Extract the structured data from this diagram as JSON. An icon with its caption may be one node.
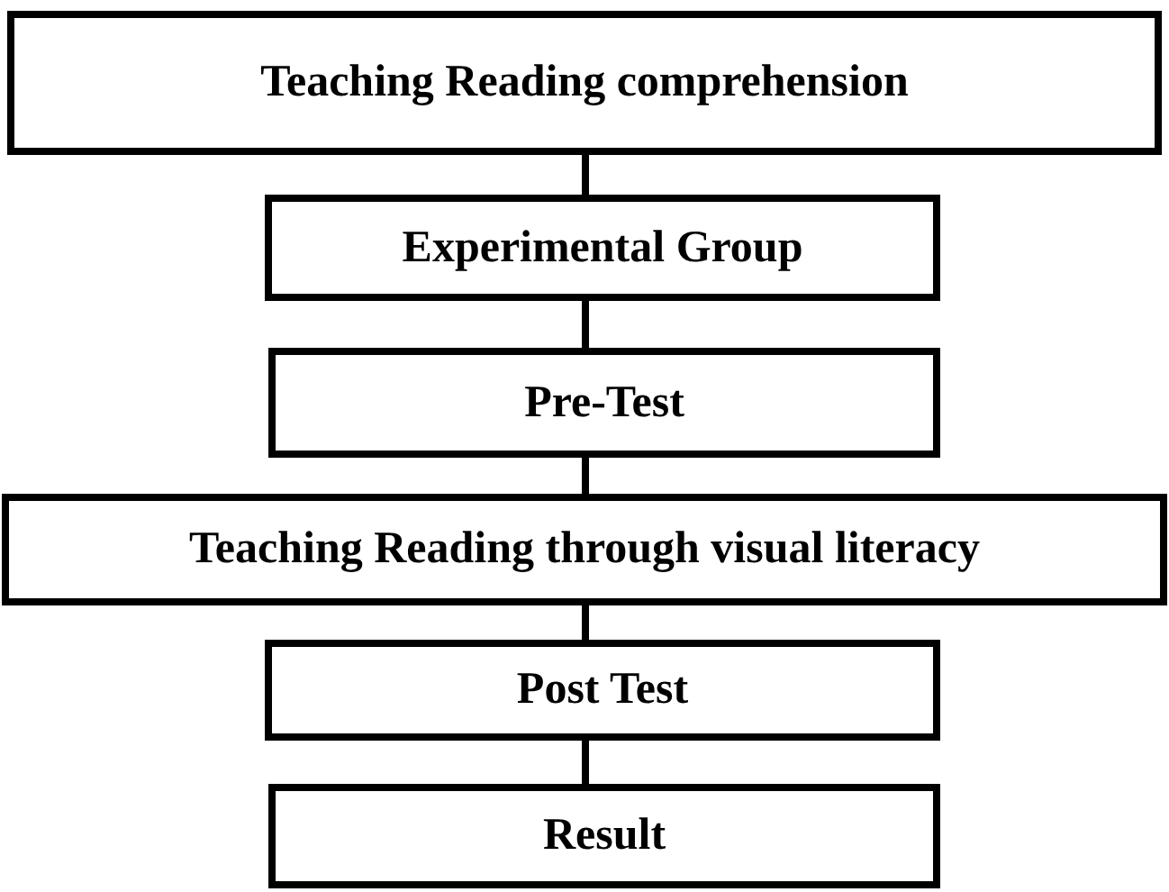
{
  "diagram": {
    "nodes": [
      {
        "text": [
          "Teaching Reading comprehension"
        ]
      },
      {
        "text": [
          "Experimental Group"
        ]
      },
      {
        "text": [
          "Pre-Test"
        ]
      },
      {
        "text": [
          "Teaching Reading through visual literacy"
        ]
      },
      {
        "text": [
          "Post Test"
        ]
      },
      {
        "text": [
          "Result"
        ]
      }
    ],
    "edges": [
      {
        "from": 0,
        "to": 1,
        "arrow": "none"
      },
      {
        "from": 1,
        "to": 2,
        "arrow": "none"
      },
      {
        "from": 2,
        "to": 3,
        "arrow": "none"
      },
      {
        "from": 3,
        "to": 4,
        "arrow": "none"
      },
      {
        "from": 4,
        "to": 5,
        "arrow": "none"
      }
    ]
  }
}
